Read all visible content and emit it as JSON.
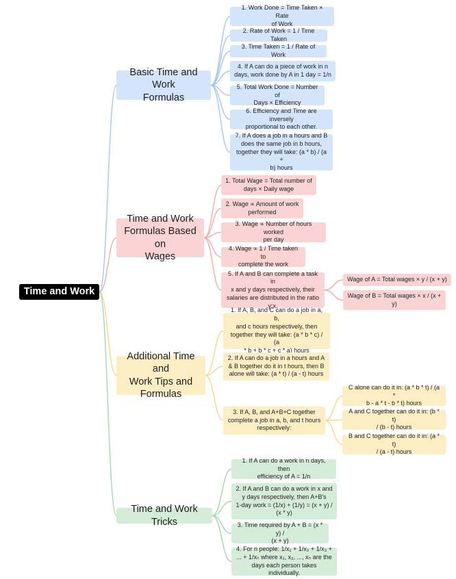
{
  "root": {
    "label": "Time and Work"
  },
  "colors": {
    "blue": "#d4e4fb",
    "red": "#fad4d4",
    "yellow": "#fbeec4",
    "green": "#d5ecd9"
  },
  "branches": [
    {
      "label": "Basic Time and Work\nFormulas",
      "items": [
        "1. Work Done = Time Taken × Rate\nof Work",
        "2. Rate of Work = 1 / Time Taken",
        "3. Time Taken = 1 / Rate of Work",
        "4. If A can do a piece of work in n\ndays, work done by A in 1 day = 1/n",
        "5. Total Work Done = Number of\nDays × Efficiency",
        "6. Efficiency and Time are inversely\nproportional to each other.",
        "7. If A does a job in a hours and B\ndoes the same job in b hours,\ntogether they will take: (a * b) / (a +\nb) hours"
      ]
    },
    {
      "label": "Time and Work\nFormulas Based on\nWages",
      "items": [
        "1. Total Wage = Total number of\ndays × Daily wage",
        "2. Wage ∝ Amount of work\nperformed",
        "3. Wage ∝ Number of hours worked\nper day",
        "4. Wage ∝ 1 / Time taken to\ncomplete the work",
        "5. If A and B can complete a task in\nx and y days respectively, their\nsalaries are distributed in the ratio\ny:x."
      ],
      "sub_items": [
        "Wage of A = Total wages × y / (x + y)",
        "Wage of B = Total wages × x / (x +\ny)"
      ]
    },
    {
      "label": "Additional Time and\nWork Tips and\nFormulas",
      "items": [
        "1. If A, B, and C can do a job in a, b,\nand c hours respectively, then\ntogether they will take: (a * b * c) / (a\n* b + b * c + c * a) hours",
        "2. If A can do a job in a hours and A\n& B together do it in t hours, then B\nalone will take: (a * t) / (a - t) hours",
        "3. If A, B, and A+B+C together\ncomplete a job in a, b, and t hours\nrespectively:"
      ],
      "sub_items": [
        "C alone can do it in: (a * b * t) / (a *\nb - a * t - b * t) hours",
        "A and C together can do it in: (b * t)\n/ (b - t) hours",
        "B and C together can do it in: (a * t)\n/ (a - t) hours"
      ]
    },
    {
      "label": "Time and Work Tricks",
      "items": [
        "1. If A can do a work in n days, then\nefficiency of A = 1/n",
        "2. If A and B can do a work in x and\ny days respectively, then A+B's\n1-day work = (1/x) + (1/y) = (x + y) /\n(x * y)",
        "3. Time required by A + B = (x * y) /\n(x + y)",
        "4. For n people: 1/x₁ + 1/x₂ + 1/x₃ +\n... + 1/xₙ where x₁, x₂, ..., xₙ are the\ndays each person takes individually."
      ]
    }
  ]
}
